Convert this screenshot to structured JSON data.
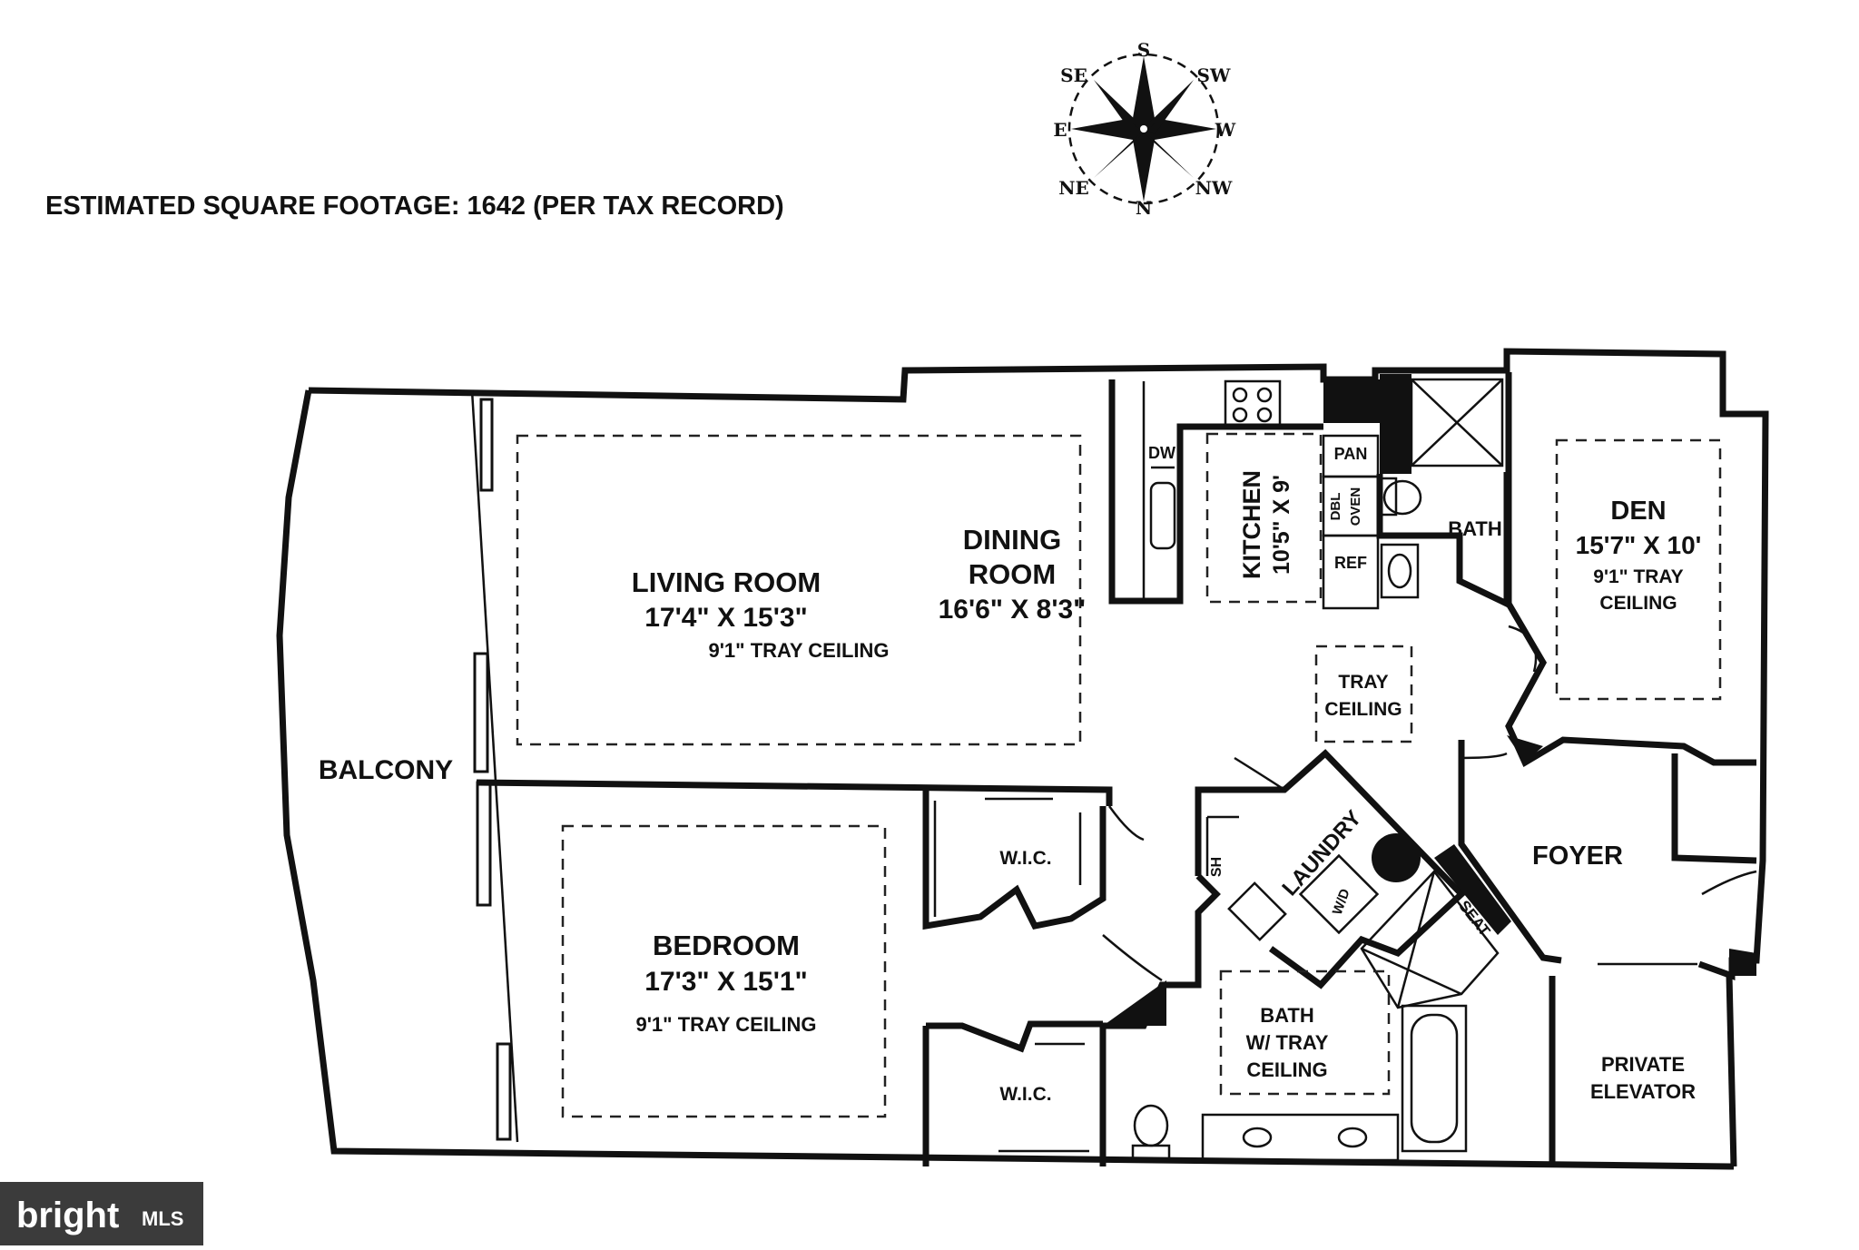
{
  "header": {
    "square_footage": "ESTIMATED SQUARE FOOTAGE: 1642 (PER TAX RECORD)"
  },
  "compass": {
    "s": "S",
    "sw": "SW",
    "w": "W",
    "nw": "NW",
    "n": "N",
    "ne": "NE",
    "e": "E",
    "se": "SE"
  },
  "rooms": {
    "living": {
      "name": "LIVING ROOM",
      "size": "17'4\" X 15'3\"",
      "note": "9'1\" TRAY CEILING"
    },
    "dining": {
      "name1": "DINING",
      "name2": "ROOM",
      "size": "16'6\" X 8'3\""
    },
    "kitchen": {
      "name": "KITCHEN",
      "size": "10'5\" X 9'",
      "dw": "DW",
      "pan": "PAN",
      "oven1": "DBL",
      "oven2": "OVEN",
      "ref": "REF"
    },
    "bath_top": {
      "name": "BATH"
    },
    "den": {
      "name": "DEN",
      "size": "15'7\" X 10'",
      "note1": "9'1\" TRAY",
      "note2": "CEILING"
    },
    "tray": {
      "line1": "TRAY",
      "line2": "CEILING"
    },
    "balcony": {
      "name": "BALCONY"
    },
    "bedroom": {
      "name": "BEDROOM",
      "size": "17'3\" X 15'1\"",
      "note": "9'1\" TRAY CEILING"
    },
    "wic1": {
      "name": "W.I.C."
    },
    "wic2": {
      "name": "W.I.C."
    },
    "laundry": {
      "name": "LAUNDRY",
      "sh": "SH",
      "wd": "W/D"
    },
    "seat": {
      "name": "SEAT"
    },
    "foyer": {
      "name": "FOYER"
    },
    "bath_main": {
      "line1": "BATH",
      "line2": "W/ TRAY",
      "line3": "CEILING"
    },
    "elevator": {
      "line1": "PRIVATE",
      "line2": "ELEVATOR"
    }
  },
  "brand": {
    "name": "bright",
    "suffix": "MLS",
    "color": "#3b3b3b"
  }
}
